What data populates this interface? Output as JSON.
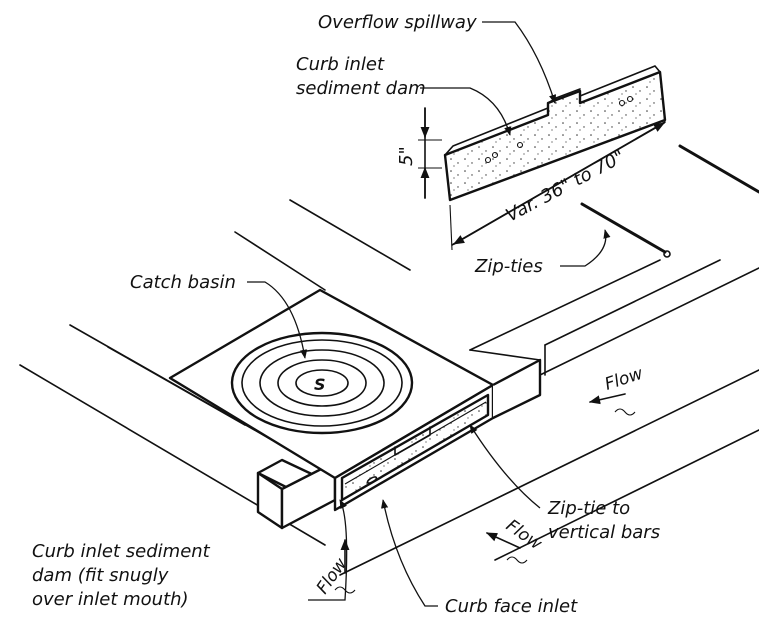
{
  "labels": {
    "overflow_spillway": "Overflow spillway",
    "curb_inlet_dam_1": "Curb inlet",
    "curb_inlet_dam_2": "sediment dam",
    "height": "5\"",
    "length": "Var. 36\" to 70\"",
    "zip_ties": "Zip-ties",
    "catch_basin": "Catch basin",
    "flow_1": "Flow",
    "flow_2": "Flow",
    "flow_3": "Flow",
    "zip_tie_bars_1": "Zip-tie to",
    "zip_tie_bars_2": "vertical bars",
    "fit_1": "Curb inlet sediment",
    "fit_2": "dam (fit snugly",
    "fit_3": "over inlet mouth)",
    "curb_face_inlet": "Curb face inlet",
    "basin_mark": "S"
  }
}
